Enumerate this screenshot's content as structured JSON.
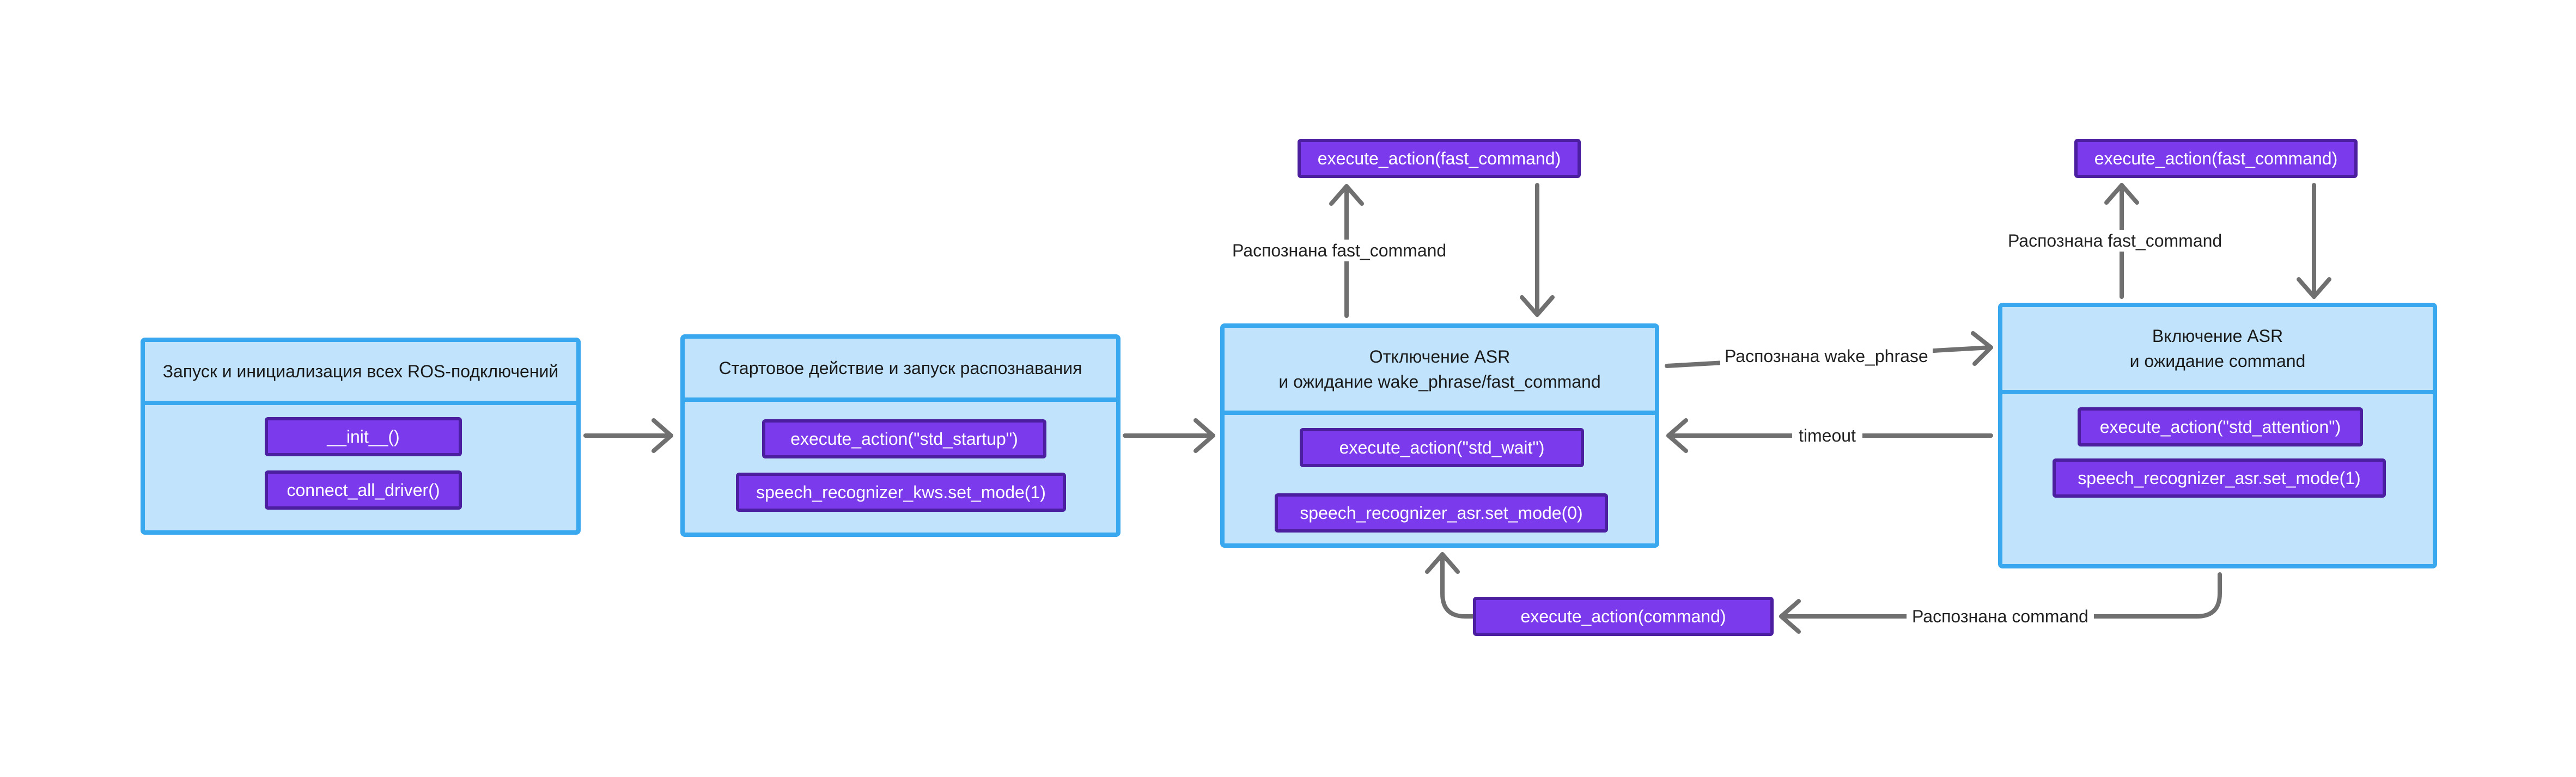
{
  "colors": {
    "node_fill": "#c1e4fc",
    "node_border": "#3aa8ef",
    "chip_fill": "#7c3aed",
    "chip_border": "#4b1fa0",
    "chip_text": "#ffffff",
    "edge": "#707070"
  },
  "nodes": {
    "init": {
      "title": "Запуск и инициализация всех ROS-подключений",
      "actions": [
        "__init__()",
        "connect_all_driver()"
      ]
    },
    "startup": {
      "title": "Стартовое действие и запуск распознавания",
      "actions": [
        "execute_action(\"std_startup\")",
        "speech_recognizer_kws.set_mode(1)"
      ]
    },
    "asr_off": {
      "title": "Отключение ASR\nи ожидание wake_phrase/fast_command",
      "actions": [
        "execute_action(\"std_wait\")",
        "speech_recognizer_asr.set_mode(0)"
      ]
    },
    "asr_on": {
      "title": "Включение ASR\nи ожидание command",
      "actions": [
        "execute_action(\"std_attention\")",
        "speech_recognizer_asr.set_mode(1)"
      ]
    }
  },
  "loops": {
    "fast_command_1": "execute_action(fast_command)",
    "fast_command_2": "execute_action(fast_command)",
    "command": "execute_action(command)"
  },
  "edge_labels": {
    "recognized_fast_command_1": "Распознана fast_command",
    "recognized_fast_command_2": "Распознана fast_command",
    "recognized_wake_phrase": "Распознана wake_phrase",
    "timeout": "timeout",
    "recognized_command": "Распознана command"
  }
}
